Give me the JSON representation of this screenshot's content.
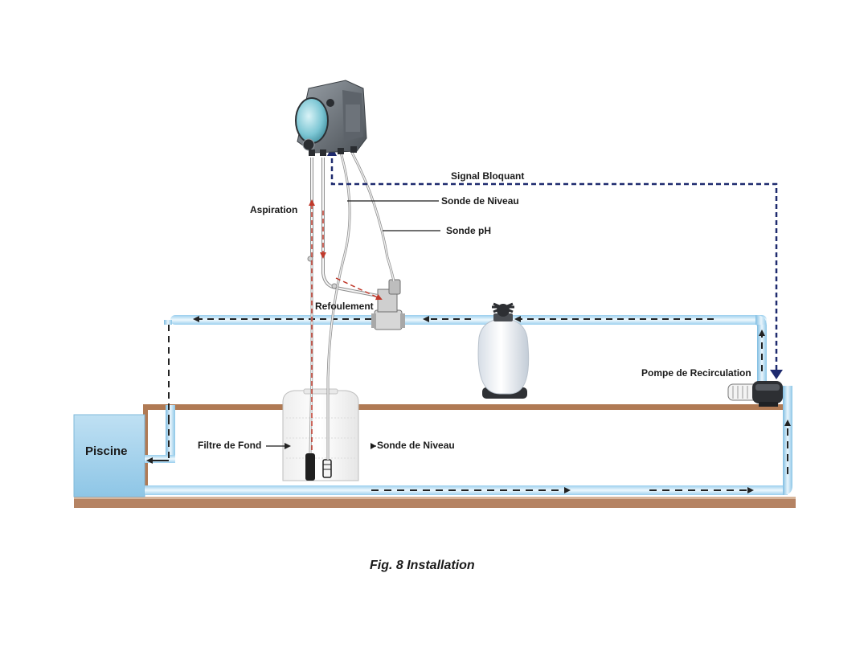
{
  "figure": {
    "caption": "Fig. 8 Installation"
  },
  "labels": {
    "signal_bloquant": "Signal Bloquant",
    "sonde_niveau_top": "Sonde de Niveau",
    "aspiration": "Aspiration",
    "sonde_ph": "Sonde pH",
    "refoulement": "Refoulement",
    "pompe_recirculation": "Pompe de Recirculation",
    "piscine": "Piscine",
    "filtre_de_fond": "Filtre de Fond",
    "sonde_niveau_tank": "Sonde de Niveau"
  },
  "colors": {
    "pipe_water": "#a9d4ee",
    "pool_water": "#a6d3ec",
    "ground": "#b07a54",
    "signal_line": "#1e2a6e",
    "dosing_line": "#c0392b",
    "flow_arrow": "#222222"
  }
}
